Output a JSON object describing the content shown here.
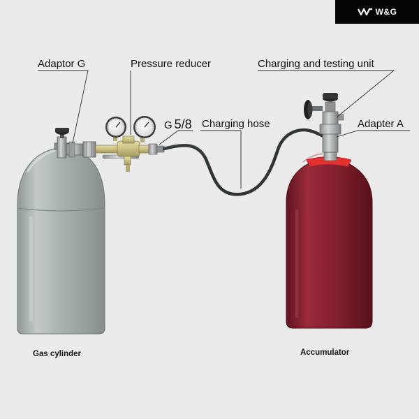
{
  "brand": {
    "name": "W&G",
    "logo_icon": "double-chevron-logo-icon"
  },
  "labels": {
    "adaptor_g": "Adaptor G",
    "pressure_reducer": "Pressure reducer",
    "charging_testing_unit": "Charging and testing unit",
    "g_prefix": "G",
    "thread_size": "5/8",
    "charging_hose": "Charging hose",
    "adapter_a": "Adapter A"
  },
  "captions": {
    "gas_cylinder": "Gas cylinder",
    "accumulator": "Accumulator"
  },
  "colors": {
    "background": "#ebebeb",
    "gas_cylinder_body": "#aab1b1",
    "accumulator_body": "#8a2030",
    "accumulator_ring": "#e2312f",
    "brass": "#cfc58c",
    "hose": "#2f3436",
    "leader_line": "#2b2b2b"
  }
}
